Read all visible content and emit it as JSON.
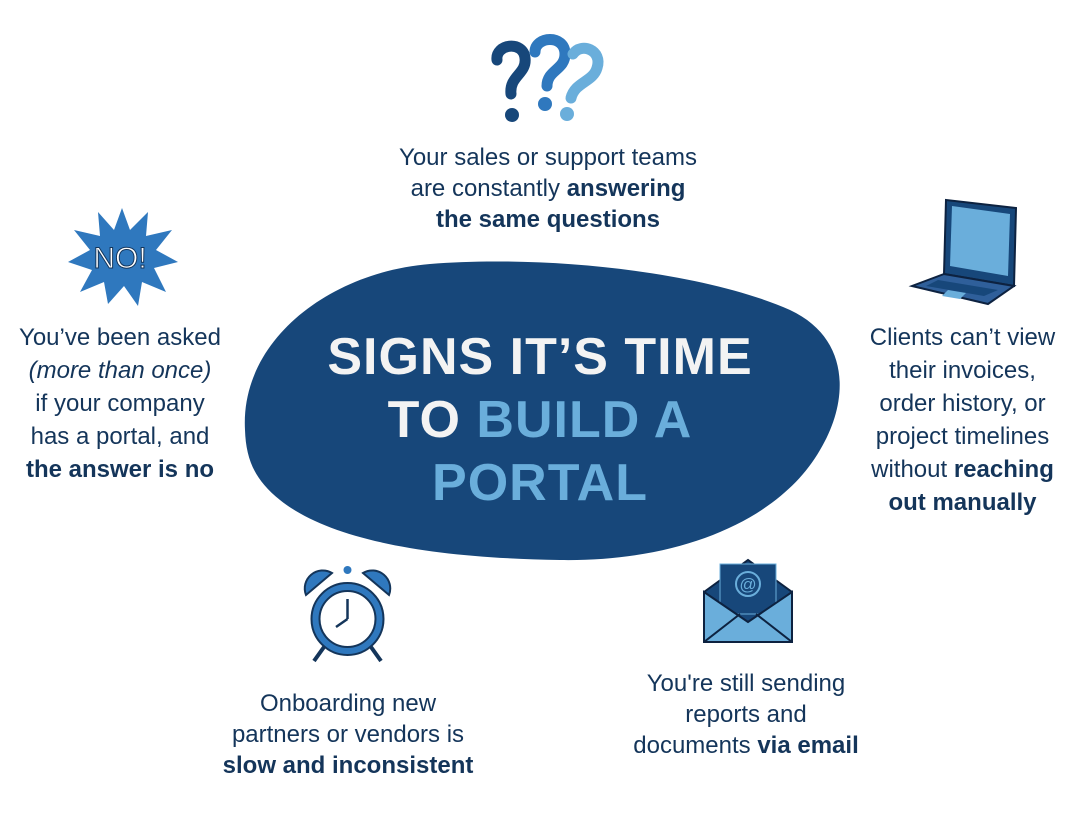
{
  "title": {
    "line1": "SIGNS IT’S TIME",
    "line2_a": "TO",
    "line2_b": "BUILD A",
    "line3": "PORTAL"
  },
  "signs": {
    "questions": {
      "t1": "Your sales or support teams",
      "t2": "are constantly ",
      "t3": "answering",
      "t4": "the same questions"
    },
    "portal_no": {
      "t1": "You’ve been asked",
      "t2": "(more than once)",
      "t3": "if your company",
      "t4": "has a portal, and",
      "t5": "the answer is no"
    },
    "clients": {
      "t1": "Clients can’t view",
      "t2": "their invoices,",
      "t3": "order history, or",
      "t4": "project timelines",
      "t5": "without ",
      "t6": "reaching",
      "t7": "out manually"
    },
    "onboarding": {
      "t1": "Onboarding new",
      "t2": "partners or vendors is",
      "t3": "slow and inconsistent"
    },
    "email": {
      "t1": "You're still sending",
      "t2": "reports and",
      "t3": "documents ",
      "t4": "via email"
    }
  },
  "icons": {
    "no_burst": "NO!",
    "email_at": "@"
  },
  "colors": {
    "navy": "#17477a",
    "light": "#6aaedb",
    "mid": "#2f78be",
    "text": "#14355a"
  }
}
